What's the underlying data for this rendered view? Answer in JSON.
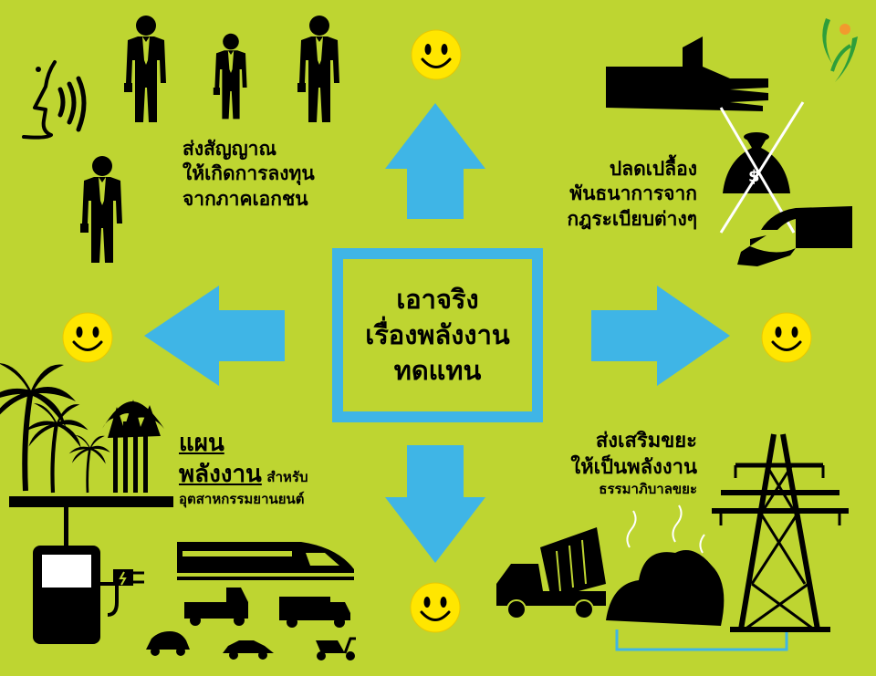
{
  "center": {
    "line1": "เอาจริง",
    "line2": "เรื่องพลังงาน",
    "line3": "ทดแทน"
  },
  "top_left": {
    "line1": "ส่งสัญญาณ",
    "line2": "ให้เกิดการลงทุน",
    "line3": "จากภาคเอกชน"
  },
  "top_right": {
    "line1": "ปลดเปลื้อง",
    "line2": "พันธนาการจาก",
    "line3": "กฎระเบียบต่างๆ"
  },
  "bottom_left": {
    "line1": "แผน",
    "line2_main": "พลังงาน",
    "line2_small": "สำหรับ",
    "line3": "อุตสาหกรรมยานยนต์"
  },
  "bottom_right": {
    "line1": "ส่งเสริมขยะ",
    "line2": "ให้เป็นพลังงาน",
    "line3": "ธรรมาภิบาลขยะ"
  },
  "money_symbol": "$",
  "colors": {
    "background": "#bed531",
    "arrow": "#3fb5e6",
    "smiley": "#ffe600",
    "logo_green": "#2e9e3a",
    "logo_orange": "#f29a2e"
  },
  "icons": [
    "speaking-head-icon",
    "businessman-icon",
    "smiley-icon",
    "hand-icon",
    "money-bag-icon",
    "palm-tree-icon",
    "charging-station-icon",
    "train-icon",
    "truck-icon",
    "car-icon",
    "scooter-icon",
    "dump-truck-icon",
    "transmission-tower-icon",
    "logo-icon"
  ]
}
